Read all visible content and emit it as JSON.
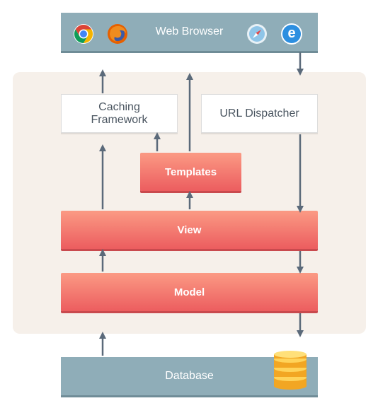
{
  "browser": {
    "label": "Web Browser",
    "icons": [
      "chrome-icon",
      "firefox-icon",
      "safari-icon",
      "internet-explorer-icon"
    ],
    "ie_glyph": "e"
  },
  "caching": {
    "line1": "Caching",
    "line2": "Framework"
  },
  "dispatcher": {
    "label": "URL Dispatcher"
  },
  "templates": {
    "label": "Templates"
  },
  "view": {
    "label": "View"
  },
  "model": {
    "label": "Model"
  },
  "database": {
    "label": "Database",
    "icon": "database-icon"
  },
  "colors": {
    "slate": "#8fadb8",
    "panel": "#f6f0ea",
    "red_top": "#fb9a84",
    "red_bottom": "#ec5d5f",
    "arrow": "#5b6a7a"
  }
}
